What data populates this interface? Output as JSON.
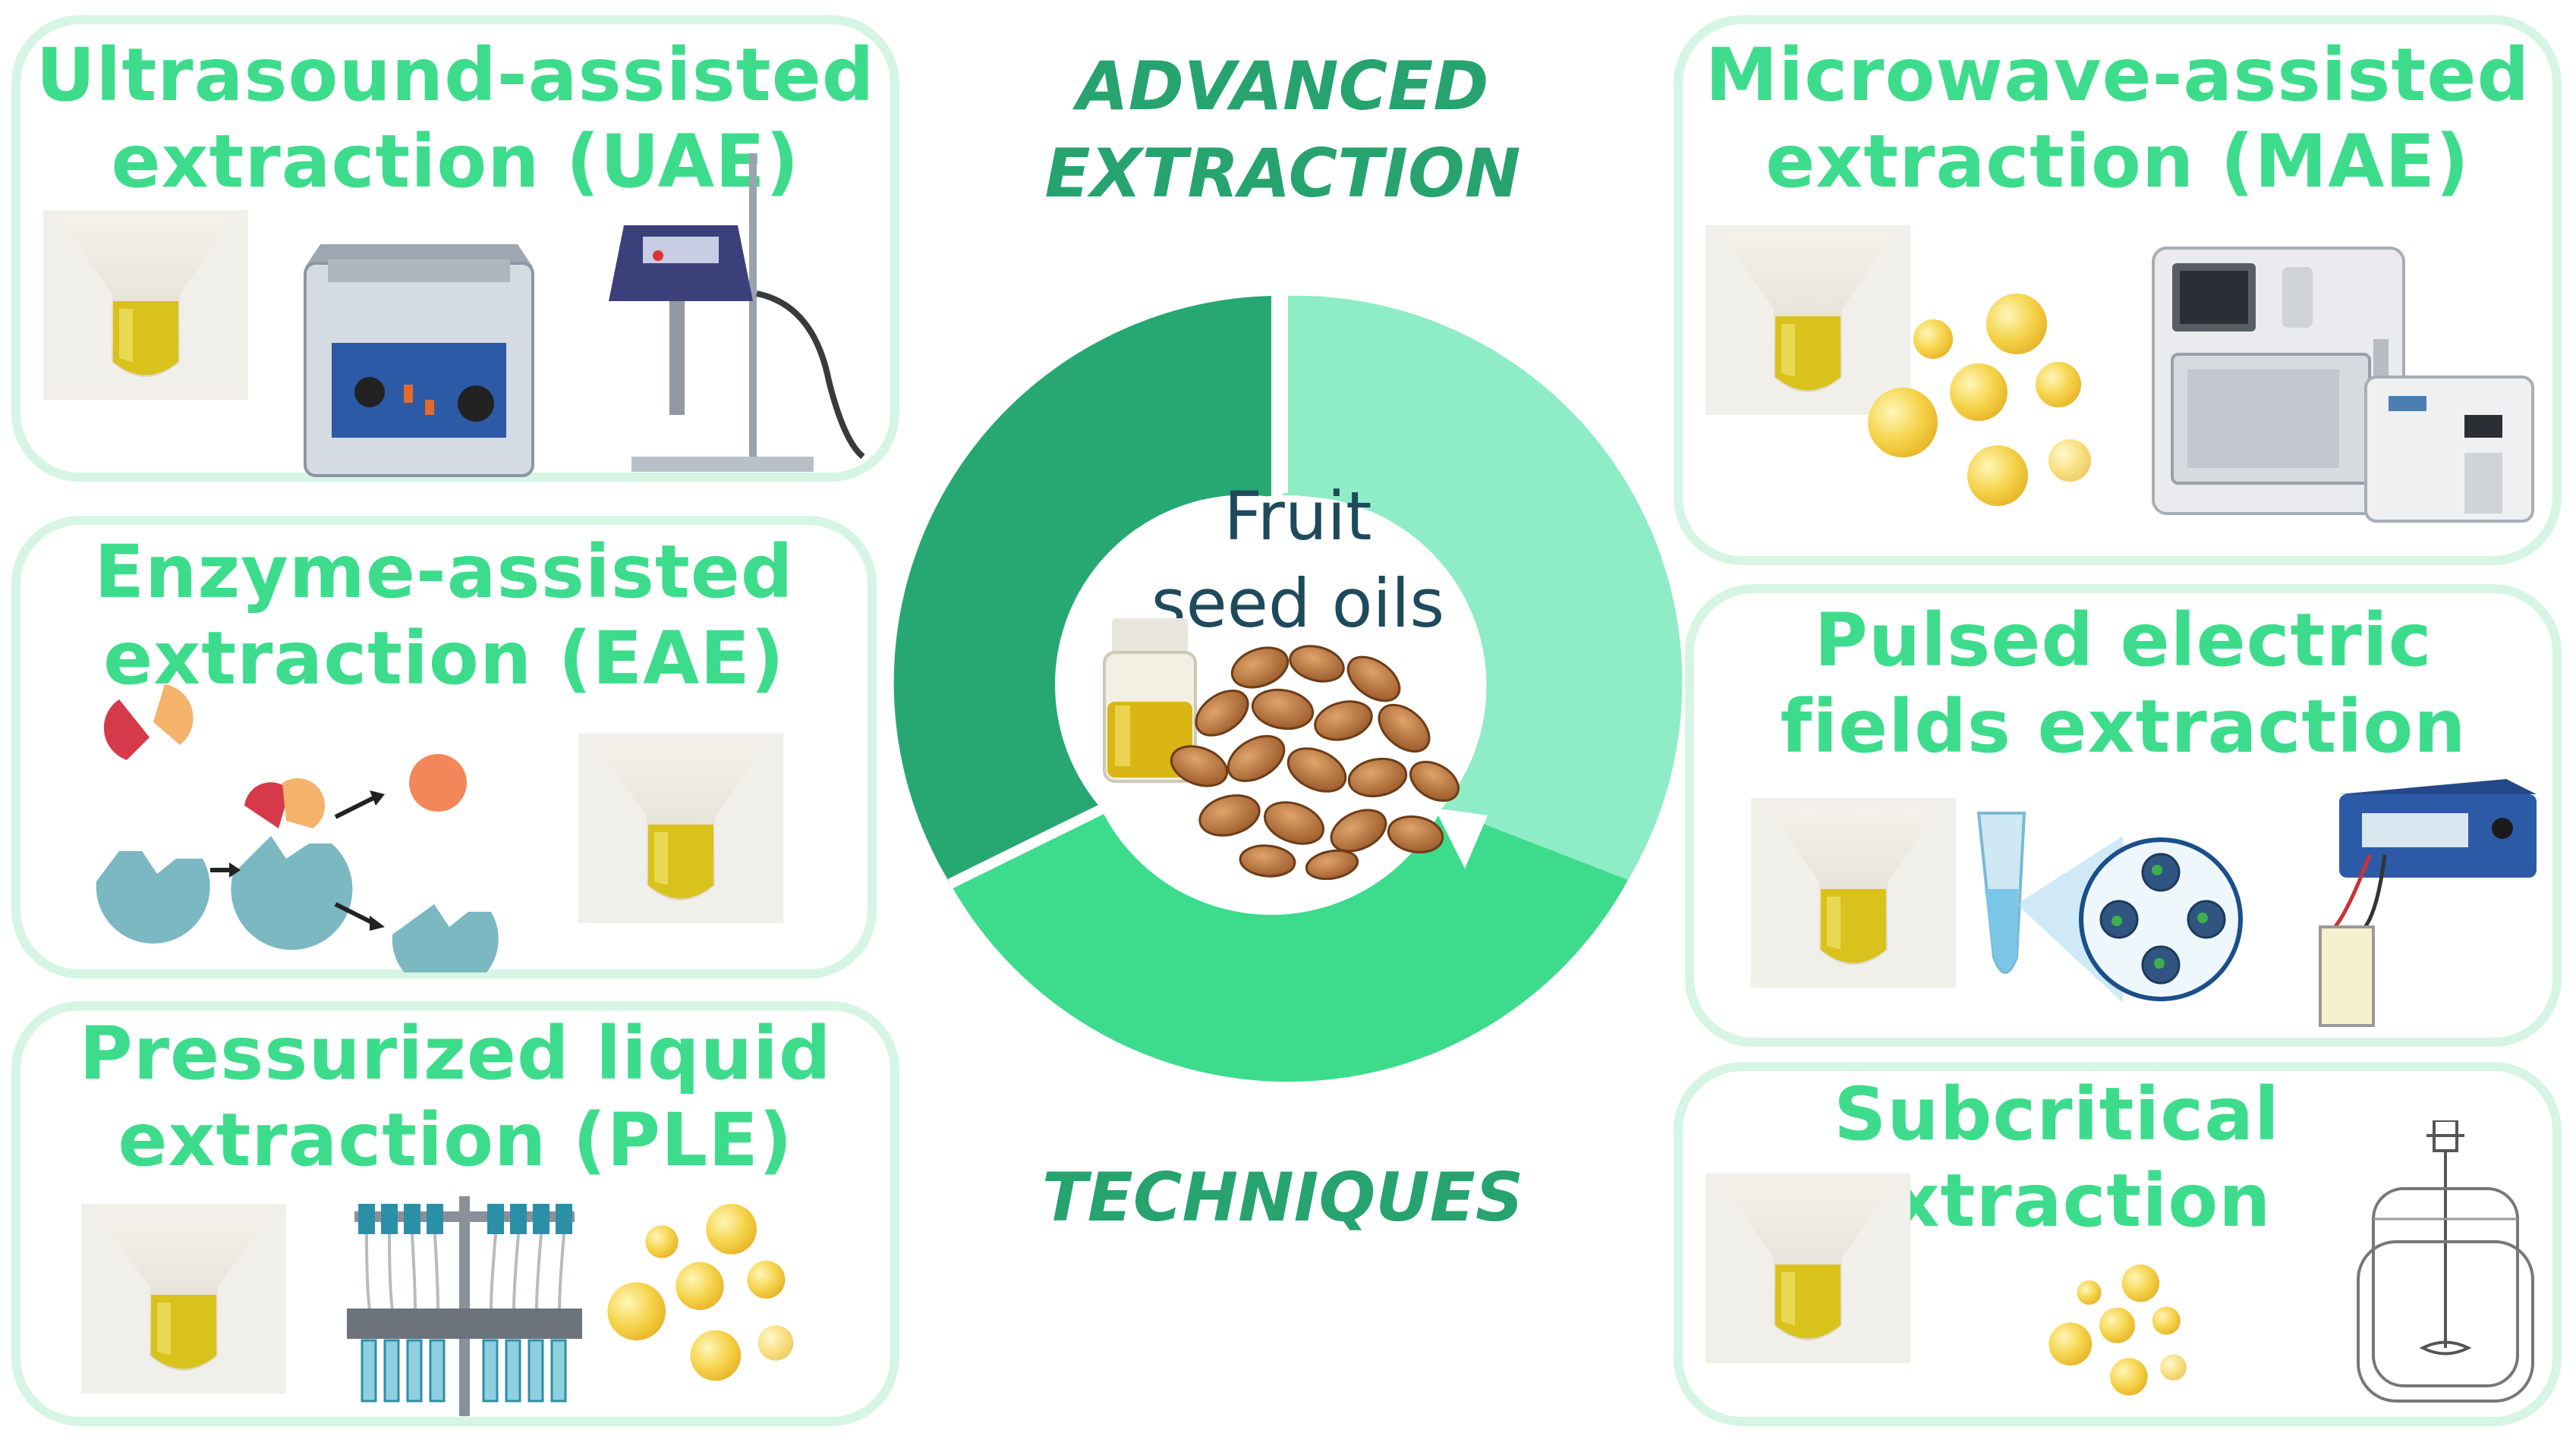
{
  "heading": {
    "line1": "ADVANCED",
    "line2": "EXTRACTION",
    "line3": "TECHNIQUES"
  },
  "center": {
    "line1": "Fruit",
    "line2": "seed oils"
  },
  "ring_colors": [
    "#8eecc6",
    "#3ddc8c",
    "#27a872"
  ],
  "panels": {
    "uae": {
      "line1": "Ultrasound-assisted",
      "line2": "extraction (UAE)"
    },
    "eae": {
      "line1": "Enzyme-assisted",
      "line2": "extraction (EAE)"
    },
    "ple": {
      "line1": "Pressurized liquid",
      "line2": "extraction (PLE)"
    },
    "mae": {
      "line1": "Microwave-assisted",
      "line2": "extraction (MAE)"
    },
    "pef": {
      "line1": "Pulsed electric",
      "line2": "fields extraction"
    },
    "sub": {
      "line1": "Subcritical",
      "line2": "extraction"
    }
  },
  "icons": [
    "oil-tube-icon",
    "ultrasonic-bath-icon",
    "ultrasonic-probe-icon",
    "enzyme-icon",
    "pressurized-extractor-icon",
    "oil-droplets-icon",
    "microwave-extractor-icon",
    "electroporation-icon",
    "pulse-generator-icon",
    "reactor-vessel-icon",
    "seed-oil-bottle-icon",
    "seeds-icon"
  ],
  "colors": {
    "title_green": "#3ddc8c",
    "heading_green": "#26a36e",
    "panel_border": "#d6f5e4",
    "center_text": "#1f4a5c"
  }
}
